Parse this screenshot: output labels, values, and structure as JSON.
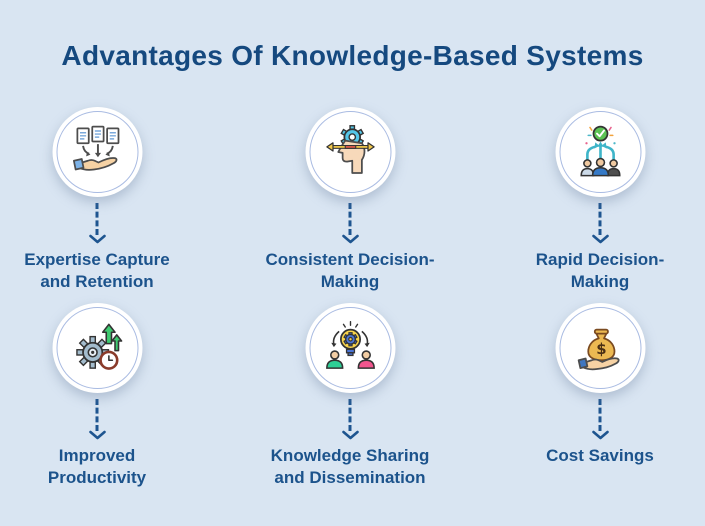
{
  "page": {
    "background_color": "#d9e5f2",
    "title_color": "#15497f",
    "label_color": "#1c538c",
    "arrow_color": "#1e5590",
    "circle_ring_color": "#a9bbe2"
  },
  "title": "Advantages Of Knowledge-Based Systems",
  "items": [
    {
      "icon": "documents-into-hand-icon",
      "label": "Expertise Capture\nand Retention"
    },
    {
      "icon": "head-gear-arrow-icon",
      "label": "Consistent Decision-\nMaking"
    },
    {
      "icon": "team-checkmark-icon",
      "label": "Rapid Decision-\nMaking"
    },
    {
      "icon": "gear-growth-clock-icon",
      "label": "Improved\nProductivity"
    },
    {
      "icon": "idea-sharing-people-icon",
      "label": "Knowledge Sharing\nand Dissemination"
    },
    {
      "icon": "money-bag-hand-icon",
      "label": "Cost Savings"
    }
  ]
}
